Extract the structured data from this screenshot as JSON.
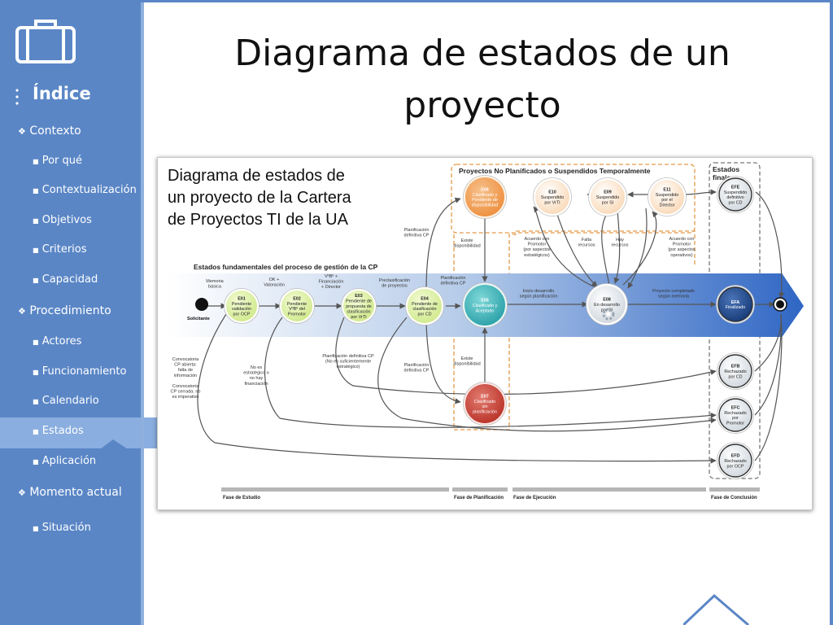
{
  "slide": {
    "title": "Diagrama de estados de un proyecto"
  },
  "sidebar": {
    "index_title": "Índice",
    "sections": [
      {
        "label": "Contexto",
        "items": [
          "Por qué",
          "Contextualización",
          "Objetivos",
          "Criterios",
          "Capacidad"
        ]
      },
      {
        "label": "Procedimiento",
        "items": [
          "Actores",
          "Funcionamiento",
          "Calendario",
          "Estados",
          "Aplicación"
        ]
      },
      {
        "label": "Momento actual",
        "items": [
          "Situación"
        ]
      }
    ],
    "active_item": "Estados"
  },
  "diagram": {
    "heading": [
      "Diagrama de estados de",
      "un proyecto de la Cartera",
      "de Proyectos TI de la UA"
    ],
    "band_title": "Estados fundamentales del proceso de gestión de la CP",
    "unplanned_box_title": "Proyectos No Planificados o Suspendidos Temporalmente",
    "final_box_title": [
      "Estados",
      "finales"
    ],
    "start_label": "Solicitante",
    "states": {
      "e01": [
        "E01",
        "Pendiente",
        "validación",
        "por OCP"
      ],
      "e02": [
        "E02",
        "Pendiente",
        "VºBº del",
        "Promotor"
      ],
      "e03": [
        "E03",
        "Pendiente de",
        "propuesta de",
        "clasificación",
        "por VrTI"
      ],
      "e04": [
        "E04",
        "Pendiente de",
        "clasificación",
        "por CD"
      ],
      "e05": [
        "E05",
        "Clasificado y",
        "Aceptado"
      ],
      "e06": [
        "E06",
        "Clasificado y",
        "Pendiente de",
        "disponibilidad"
      ],
      "e07": [
        "E07",
        "Clasificado",
        "sin",
        "planificación"
      ],
      "e08": [
        "E08",
        "En desarrollo",
        "por SI"
      ],
      "e09": [
        "E09",
        "Suspendido",
        "por SI"
      ],
      "e10": [
        "E10",
        "Suspendido",
        "por VrTI"
      ],
      "e11": [
        "E11",
        "Suspendido",
        "por el",
        "Director"
      ],
      "efa": [
        "EFA",
        "Finalizado"
      ],
      "efb": [
        "EFB",
        "Rechazado",
        "por CD"
      ],
      "efc": [
        "EFC",
        "Rechazado",
        "por",
        "Promotor"
      ],
      "efd": [
        "EFD",
        "Rechazado",
        "por OCP"
      ],
      "efe": [
        "EFE",
        "Suspendido",
        "definitivo",
        "por CD"
      ]
    },
    "transitions": {
      "memoria": [
        "Memoria",
        "básica"
      ],
      "ok": [
        "OK +",
        "Valoración"
      ],
      "vobo": [
        "VºBº +",
        "Financiación",
        "+ Director"
      ],
      "precla": [
        "Preclasificación",
        "de proyectos"
      ],
      "plan_cp": [
        "Planificación",
        "definitiva CP"
      ],
      "plan_cp_top": [
        "Planificación",
        "definitiva CP"
      ],
      "existe_top": [
        "Existe",
        "disponibilidad"
      ],
      "existe_bottom": [
        "Existe",
        "disponibilidad"
      ],
      "inicio": [
        "Inicio desarrollo",
        "según planificación"
      ],
      "completado": [
        "Proyecto completado",
        "según memoria"
      ],
      "acuerdo_promotor_left": [
        "Acuerdo con",
        "Promotor",
        "(por aspectos",
        "estratégicos)"
      ],
      "falta_recursos": [
        "Falta",
        "recursos"
      ],
      "hay_recursos": [
        "Hay",
        "recursos"
      ],
      "acuerdo_promotor_right": [
        "Acuerdo con",
        "Promotor",
        "(por aspectos",
        "operativos)"
      ],
      "convocatoria": [
        "Convocatoria",
        "CP abierta:",
        "falta de",
        "información",
        "",
        "Convocatoria",
        "CP cerrada: no",
        "es imperativo"
      ],
      "no_estrategico": [
        "No es",
        "estratégico o",
        "no hay",
        "financiación"
      ],
      "plan_no_suficiente": [
        "Planificación definitiva CP",
        "(No es suficientemente",
        "estratégico)"
      ],
      "plan_cp_bottom": [
        "Planificación",
        "definitiva CP"
      ]
    },
    "phases": [
      "Fase de Estudio",
      "Fase de Planificación",
      "Fase de Ejecución",
      "Fase de Conclusión"
    ]
  }
}
